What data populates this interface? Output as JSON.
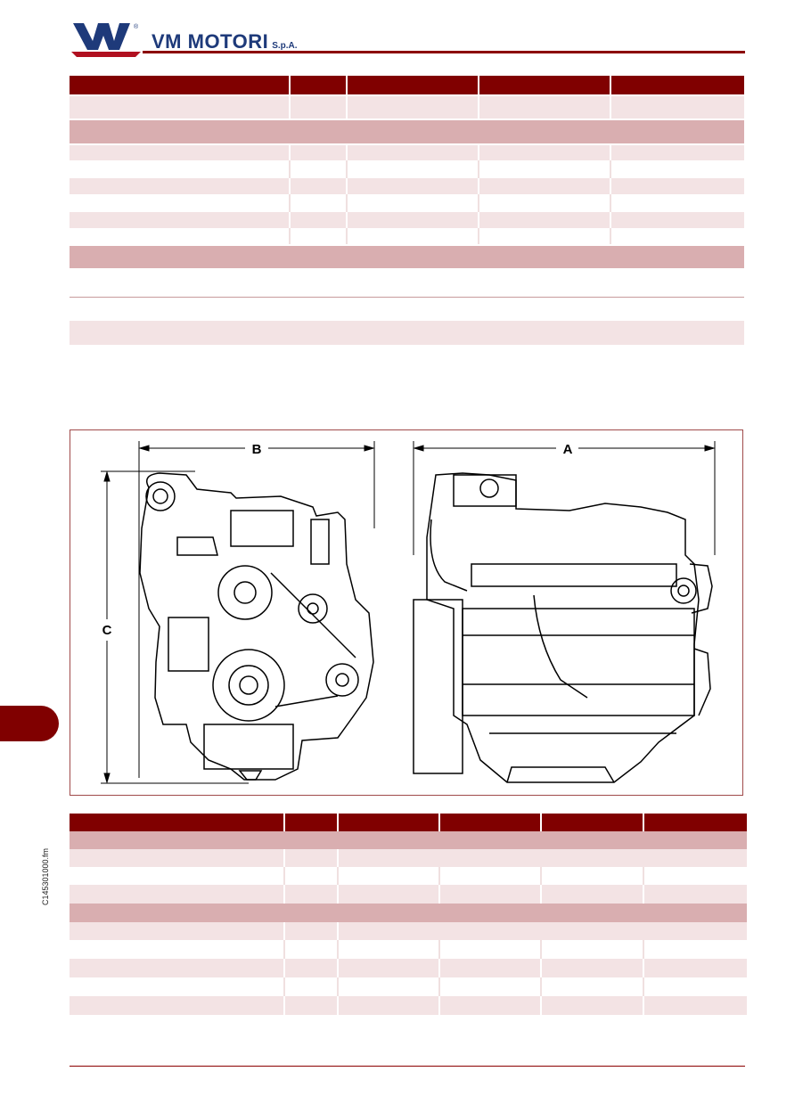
{
  "header": {
    "brand": "VM MOTORI",
    "brand_suffix": "S.p.A.",
    "logo_registered_mark": "®"
  },
  "figure": {
    "dimension_labels": [
      "A",
      "B",
      "C"
    ]
  },
  "sidebar": {
    "document_code": "C145301000.fm"
  },
  "colors": {
    "header_dark": "#800000",
    "section_band": "#d9aeb0",
    "row_light": "#f3e3e4",
    "brand_blue": "#1e3a7a"
  }
}
